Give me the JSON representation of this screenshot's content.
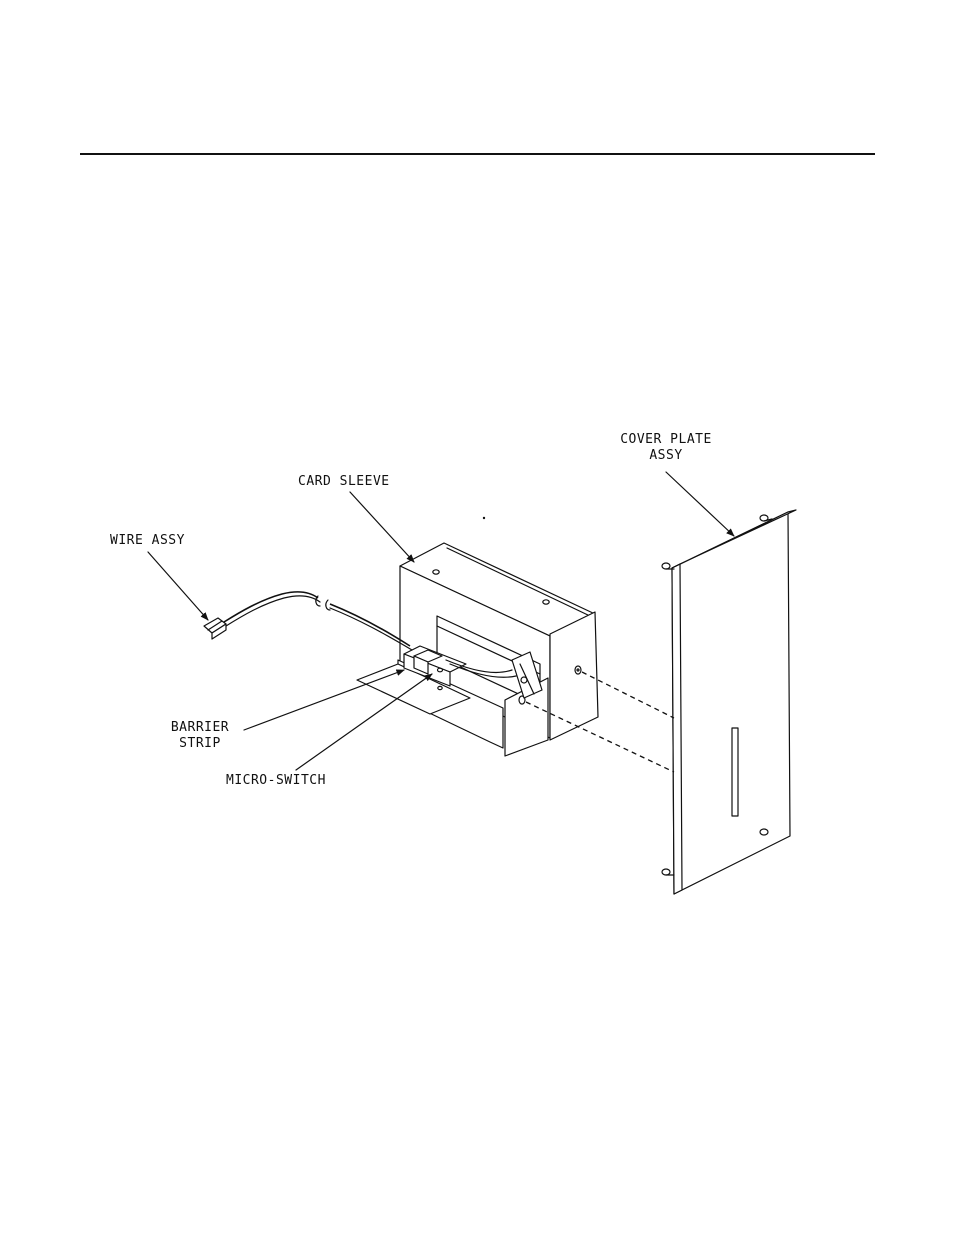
{
  "labels": {
    "cover_plate": "COVER PLATE\nASSY",
    "card_sleeve": "CARD SLEEVE",
    "wire_assy": "WIRE ASSY",
    "barrier_strip": "BARRIER\nSTRIP",
    "micro_switch": "MICRO-SWITCH"
  }
}
